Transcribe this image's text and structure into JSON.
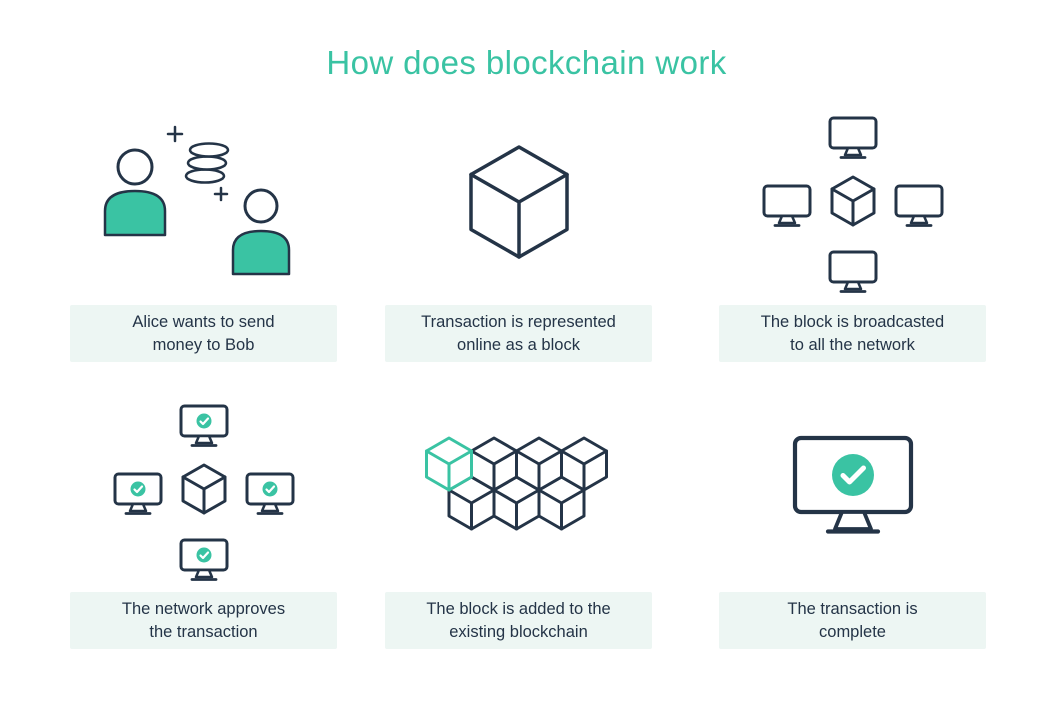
{
  "title": "How does blockchain work",
  "colors": {
    "accent": "#3AC3A3",
    "outline": "#243447",
    "caption_bg": "#EDF6F3",
    "caption_text": "#243447"
  },
  "panels": [
    {
      "id": "alice-bob",
      "icon": "people-coins-icon",
      "caption": "Alice wants to send money to Bob",
      "lines": [
        "Alice wants to send",
        "money to Bob"
      ]
    },
    {
      "id": "block",
      "icon": "block-cube-icon",
      "caption": "Transaction is represented online as a block",
      "lines": [
        "Transaction is represented",
        "online as a block"
      ]
    },
    {
      "id": "broadcast",
      "icon": "network-broadcast-icon",
      "caption": "The block is broadcasted to all the network",
      "lines": [
        "The block is broadcasted",
        "to all the network"
      ]
    },
    {
      "id": "approve",
      "icon": "network-approved-icon",
      "caption": "The network approves the transaction",
      "lines": [
        "The network approves",
        "the transaction"
      ]
    },
    {
      "id": "chain",
      "icon": "blockchain-cubes-icon",
      "caption": "The block is added to the existing blockchain",
      "lines": [
        "The block is added to the",
        "existing blockchain"
      ]
    },
    {
      "id": "complete",
      "icon": "monitor-check-icon",
      "caption": "The transaction is complete",
      "lines": [
        "The transaction is",
        "complete"
      ]
    }
  ]
}
